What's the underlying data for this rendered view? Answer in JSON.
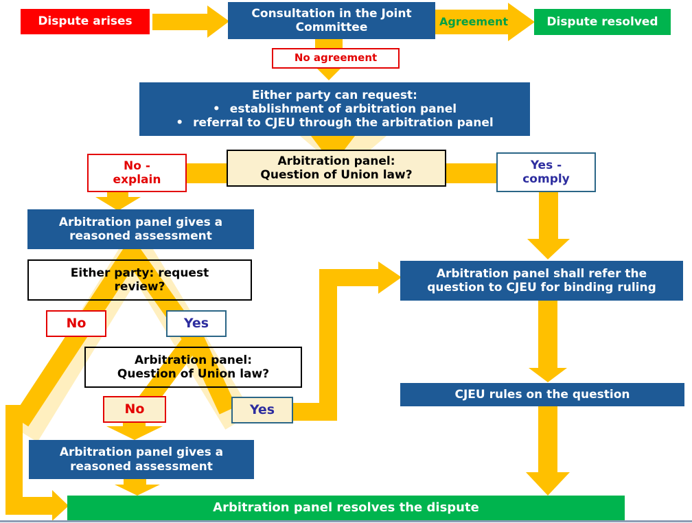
{
  "flowchart": {
    "title": "Dispute resolution flowchart",
    "nodes": {
      "dispute_arises": {
        "label": "Dispute arises"
      },
      "consultation": {
        "lines": [
          "Consultation in the Joint",
          "Committee"
        ]
      },
      "agreement_label": "Agreement",
      "dispute_resolved": {
        "label": "Dispute resolved"
      },
      "no_agreement": {
        "label": "No agreement"
      },
      "either_party_request": {
        "title": "Either party can request:",
        "bullet_glyph": "•",
        "bullets": [
          "establishment of arbitration panel",
          "referral to CJEU through the arbitration panel"
        ]
      },
      "no_explain": {
        "lines": [
          "No -",
          "explain"
        ]
      },
      "question_union_law_1": {
        "lines": [
          "Arbitration panel:",
          "Question of Union law?"
        ]
      },
      "yes_comply": {
        "lines": [
          "Yes -",
          "comply"
        ]
      },
      "reasoned_assessment_1": {
        "lines": [
          "Arbitration panel gives a",
          "reasoned assessment"
        ]
      },
      "request_review": {
        "lines": [
          "Either party: request",
          "review?"
        ]
      },
      "no_1": {
        "label": "No"
      },
      "yes_1": {
        "label": "Yes"
      },
      "question_union_law_2": {
        "lines": [
          "Arbitration panel:",
          "Question of Union law?"
        ]
      },
      "no_2": {
        "label": "No"
      },
      "yes_2": {
        "label": "Yes"
      },
      "reasoned_assessment_2": {
        "lines": [
          "Arbitration panel gives a",
          "reasoned assessment"
        ]
      },
      "refer_to_cjeu": {
        "lines": [
          "Arbitration panel shall refer the",
          "question to CJEU for binding ruling"
        ]
      },
      "cjeu_rules": {
        "label": "CJEU rules on the question"
      },
      "panel_resolves": {
        "label": "Arbitration panel resolves the dispute"
      }
    },
    "colors": {
      "box_blue": "#1E5A96",
      "box_red": "#FE0000",
      "box_green": "#00B44E",
      "arrow_gold": "#FFC000",
      "cream": "#FBF0CE",
      "text_red": "#E30000",
      "text_navy": "#2D2D9F",
      "text_green": "#00A044"
    }
  }
}
